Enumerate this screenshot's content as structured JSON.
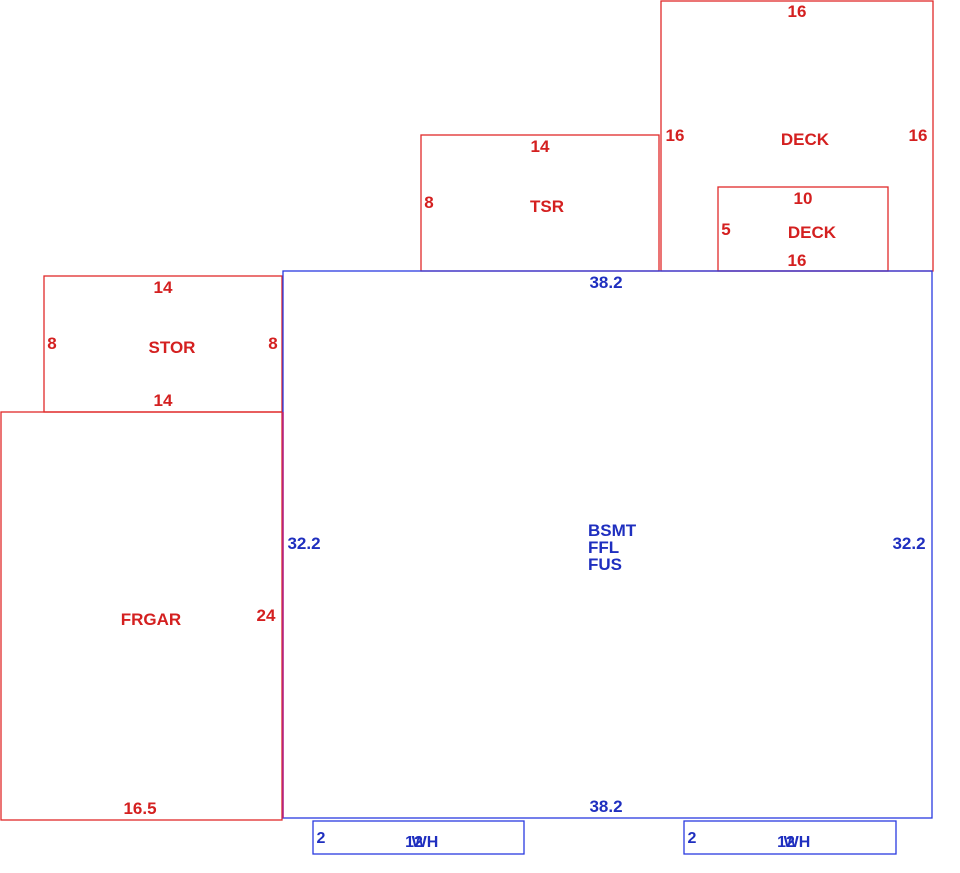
{
  "colors": {
    "red": "#d42020",
    "blue": "#1f2fbf"
  },
  "deck_large": {
    "name": "DECK",
    "top": "16",
    "left": "16",
    "right": "16"
  },
  "deck_small": {
    "name": "DECK",
    "top": "10",
    "left": "5",
    "bottom": "16"
  },
  "tsr": {
    "name": "TSR",
    "top": "14",
    "left": "8"
  },
  "stor": {
    "name": "STOR",
    "top": "14",
    "left": "8",
    "right": "8",
    "bottom": "14"
  },
  "frgar": {
    "name": "FRGAR",
    "right": "24",
    "bottom": "16.5"
  },
  "bsmt": {
    "name_lines": [
      "BSMT",
      "FFL",
      "FUS"
    ],
    "top": "38.2",
    "bottom": "38.2",
    "left": "32.2",
    "right": "32.2"
  },
  "wh_left": {
    "side": "2",
    "label_a": "12",
    "label_b": "WH"
  },
  "wh_right": {
    "side": "2",
    "label_a": "12",
    "label_b": "WH"
  }
}
